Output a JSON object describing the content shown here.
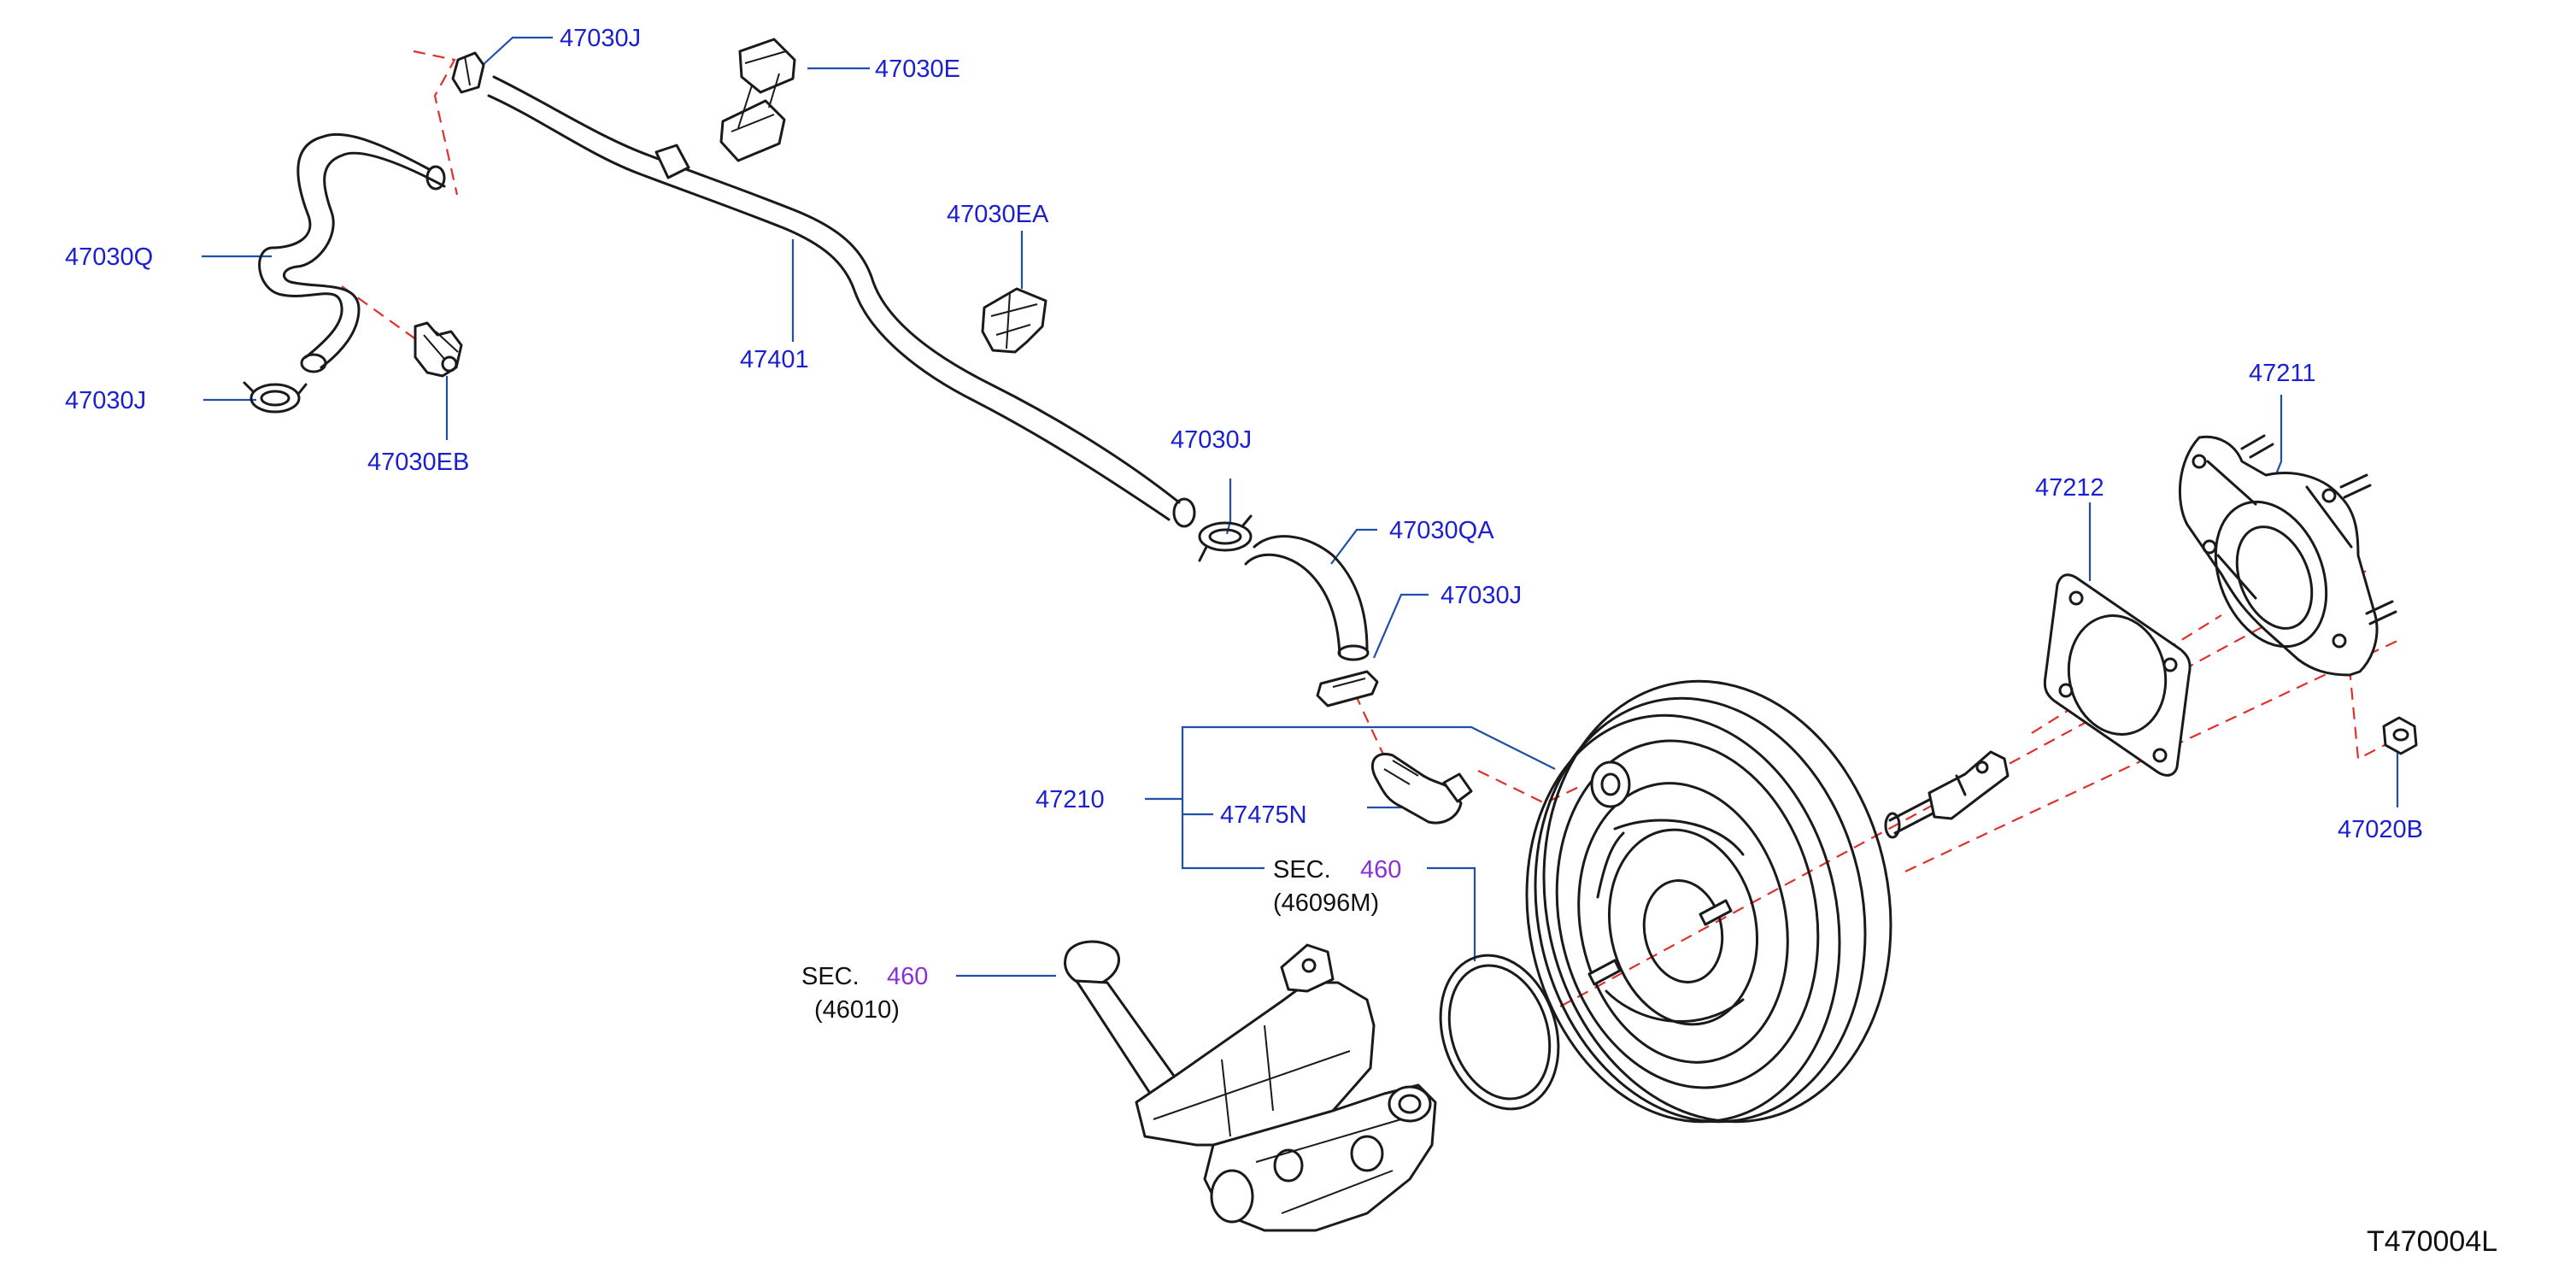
{
  "colors": {
    "label": "#1a1fd0",
    "leader": "#1f4fa8",
    "dash": "#e0302c",
    "sec_ref": "#8b2fd6",
    "line": "#1a1a1a"
  },
  "labels": {
    "p47030J_a": "47030J",
    "p47030E": "47030E",
    "p47030Q": "47030Q",
    "p47030J_b": "47030J",
    "p47030EB": "47030EB",
    "p47401": "47401",
    "p47030EA": "47030EA",
    "p47030J_c": "47030J",
    "p47030QA": "47030QA",
    "p47030J_d": "47030J",
    "p47210": "47210",
    "p47475N": "47475N",
    "p47212": "47212",
    "p47211": "47211",
    "p47020B": "47020B"
  },
  "sec_refs": [
    {
      "prefix": "SEC.",
      "number": "460",
      "sub": "(46096M)"
    },
    {
      "prefix": "SEC.",
      "number": "460",
      "sub": "(46010)"
    }
  ],
  "diagram_code": "T470004L"
}
